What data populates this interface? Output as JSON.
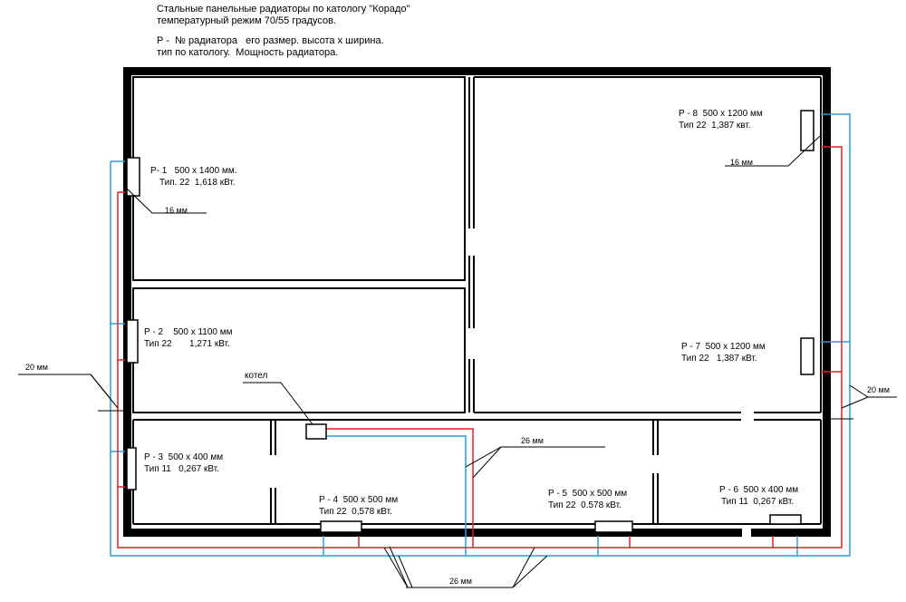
{
  "header": {
    "line1": "Стальные панельные радиаторы по катологу \"Корадо\"",
    "line2": "температурный режим 70/55 градусов.",
    "line3": "Р -  № радиатора   его размер. высота х ширина.",
    "line4": "тип по катологу.  Мощность радиатора."
  },
  "radiators": {
    "r1": {
      "name": "Р- 1   500 х 1400 мм.",
      "spec": "Тип. 22  1,618 кВт."
    },
    "r2": {
      "name": "Р - 2    500 х 1100 мм",
      "spec": "Тип 22       1,271 кВт."
    },
    "r3": {
      "name": "Р - 3  500 х 400 мм",
      "spec": "Тип 11   0,267 кВт."
    },
    "r4": {
      "name": "Р - 4  500 х 500 мм",
      "spec": "Тип 22  0,578 кВт."
    },
    "r5": {
      "name": "Р - 5  500 х 500 мм",
      "spec": "Тип 22  0.578 кВт."
    },
    "r6": {
      "name": "Р - 6  500 х 400 мм",
      "spec": "Тип 11  0,267 кВт."
    },
    "r7": {
      "name": "Р - 7  500 х 1200 мм",
      "spec": "Тип 22   1,387 кВт."
    },
    "r8": {
      "name": "Р - 8  500 х 1200 мм",
      "spec": "Тип 22  1,387 квт."
    }
  },
  "pipes": {
    "d16_left": "16 мм",
    "d16_right": "16 мм",
    "d20_left": "20 мм",
    "d20_right": "20 мм",
    "d26_mid": "26 мм",
    "d26_bottom": "26 мм"
  },
  "boiler": {
    "label": "котел"
  },
  "colors": {
    "supply": "#e02020",
    "return": "#2a9fd6",
    "wall": "#000000"
  }
}
